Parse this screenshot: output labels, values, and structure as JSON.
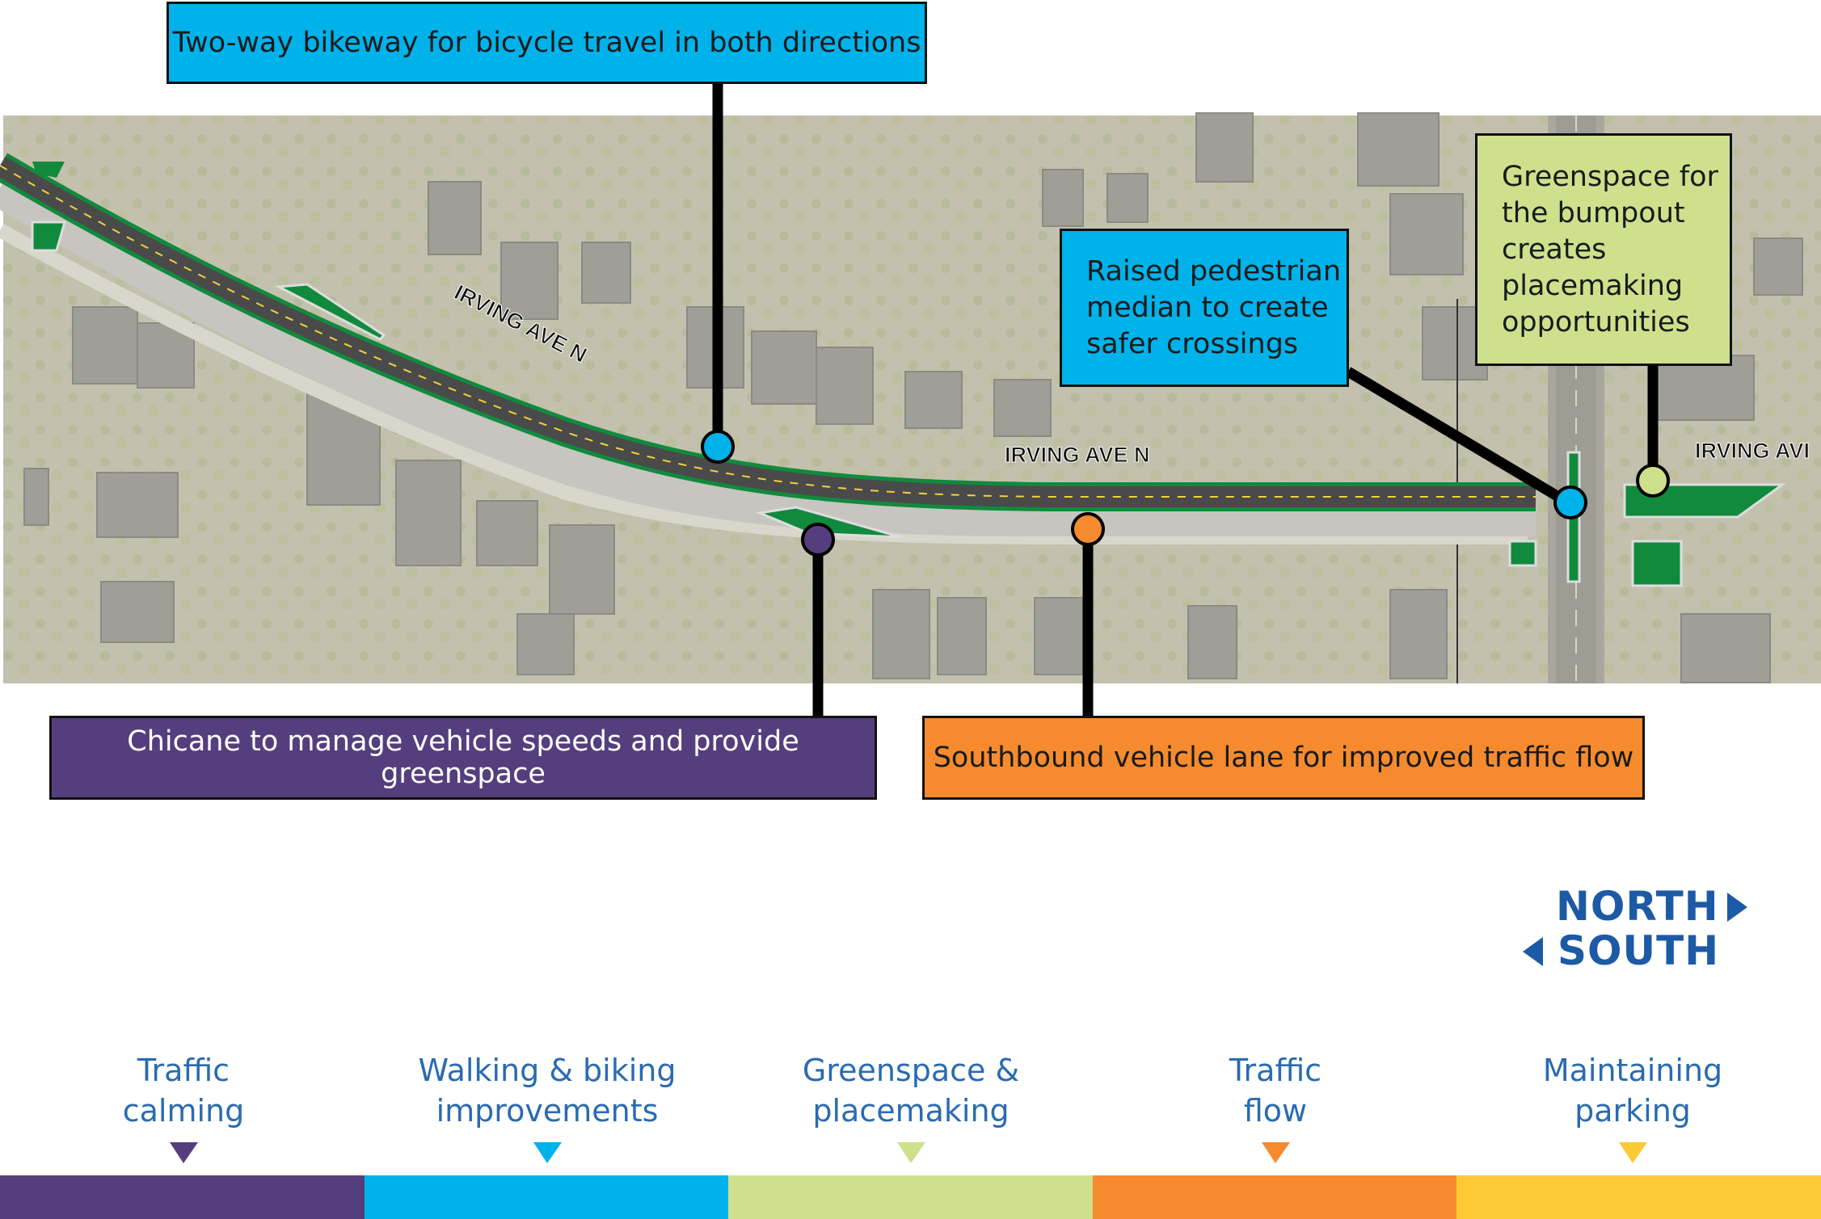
{
  "streets": {
    "diagonal_label": "IRVING AVE N",
    "center_label": "IRVING AVE N",
    "right_label": "IRVING AVI"
  },
  "callouts": {
    "bikeway": "Two-way bikeway for bicycle travel in both directions",
    "median": "Raised pedestrian\nmedian to create\nsafer crossings",
    "greenspace": "Greenspace for\nthe bumpout\ncreates\nplacemaking\nopportunities",
    "chicane": "Chicane to manage vehicle speeds and provide greenspace",
    "southbound": "Southbound vehicle lane for improved traffic flow"
  },
  "compass": {
    "north": "NORTH",
    "south": "SOUTH"
  },
  "categories": [
    {
      "label": "Traffic\ncalming",
      "color": "#553e7d"
    },
    {
      "label": "Walking & biking\nimprovements",
      "color": "#00b2ea"
    },
    {
      "label": "Greenspace &\nplacemaking",
      "color": "#cfe08d"
    },
    {
      "label": "Traffic\nflow",
      "color": "#f58b2e"
    },
    {
      "label": "Maintaining\nparking",
      "color": "#fdc934"
    }
  ],
  "colors": {
    "bikeway_green": "#118a3d",
    "road_dark": "#4a4a4a",
    "aerial_base": "#bfbbae"
  }
}
